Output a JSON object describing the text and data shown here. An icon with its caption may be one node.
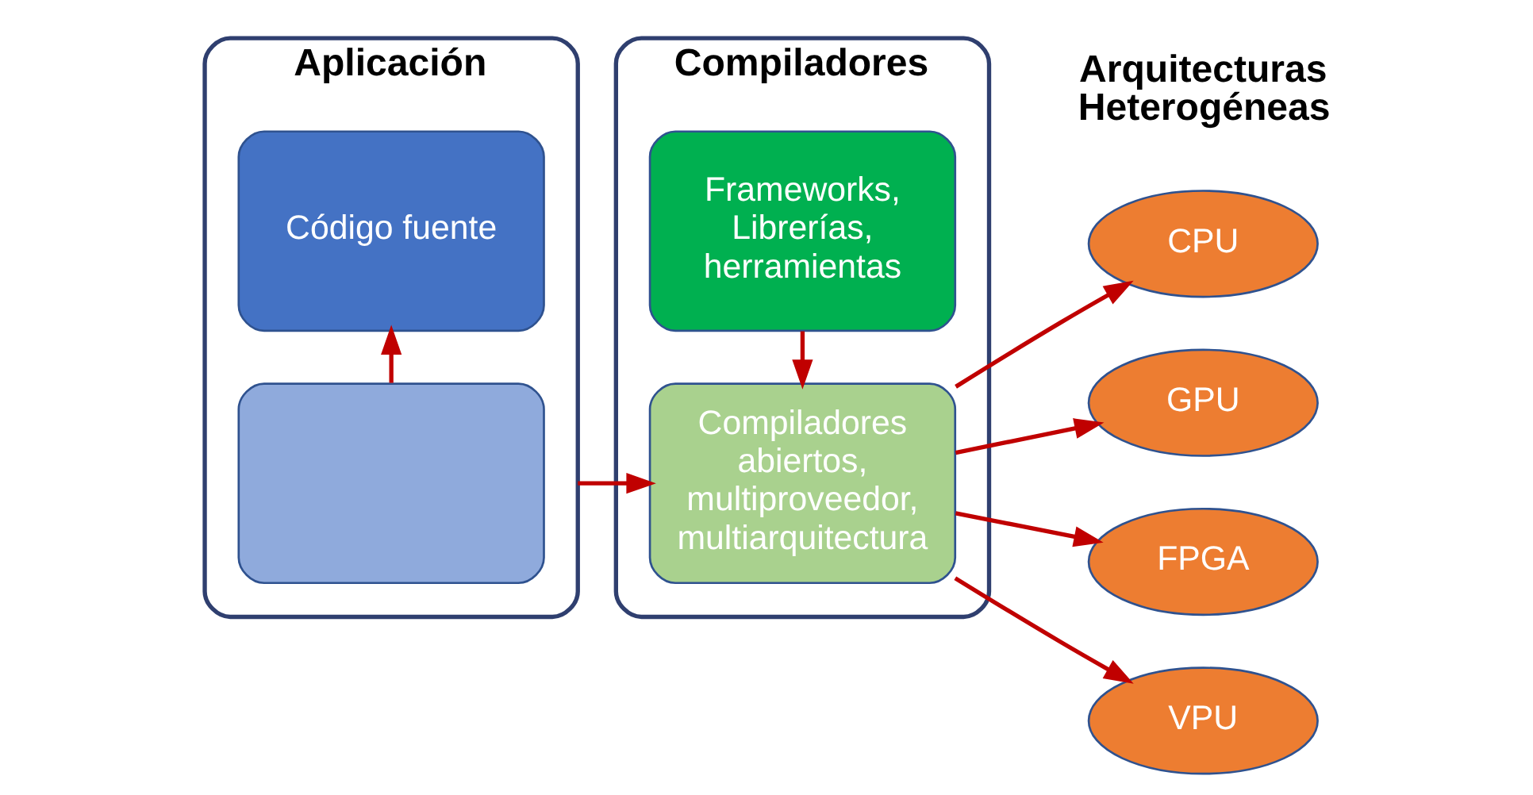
{
  "diagram": {
    "nodes": [
      {
        "text": [
          "Aplicación"
        ]
      },
      {
        "text": [
          "Código fuente"
        ],
        "in": 0
      },
      {
        "text": [],
        "shape": "box",
        "in": 0
      },
      {
        "text": [
          "Compiladores"
        ]
      },
      {
        "text": [
          "Frameworks, Librerías, herramientas"
        ],
        "in": 3
      },
      {
        "text": [
          "Compiladores abiertos, multiproveedor, multiarquitectura"
        ],
        "in": 3
      },
      {
        "text": [
          "CPU"
        ]
      },
      {
        "text": [
          "GPU"
        ]
      },
      {
        "text": [
          "FPGA"
        ]
      },
      {
        "text": [
          "VPU"
        ]
      }
    ],
    "edges": [
      {
        "from": 2,
        "to": 1,
        "arrow": "to"
      },
      {
        "from": 0,
        "to": 5,
        "arrow": "to"
      },
      {
        "from": 4,
        "to": 5,
        "arrow": "to"
      },
      {
        "from": 5,
        "to": 6,
        "arrow": "to"
      },
      {
        "from": 5,
        "to": 7,
        "arrow": "to"
      },
      {
        "from": 5,
        "to": 8,
        "arrow": "to"
      },
      {
        "from": 5,
        "to": 9,
        "arrow": "to"
      }
    ],
    "labels": [
      "Arquitecturas Heterogéneas"
    ]
  }
}
